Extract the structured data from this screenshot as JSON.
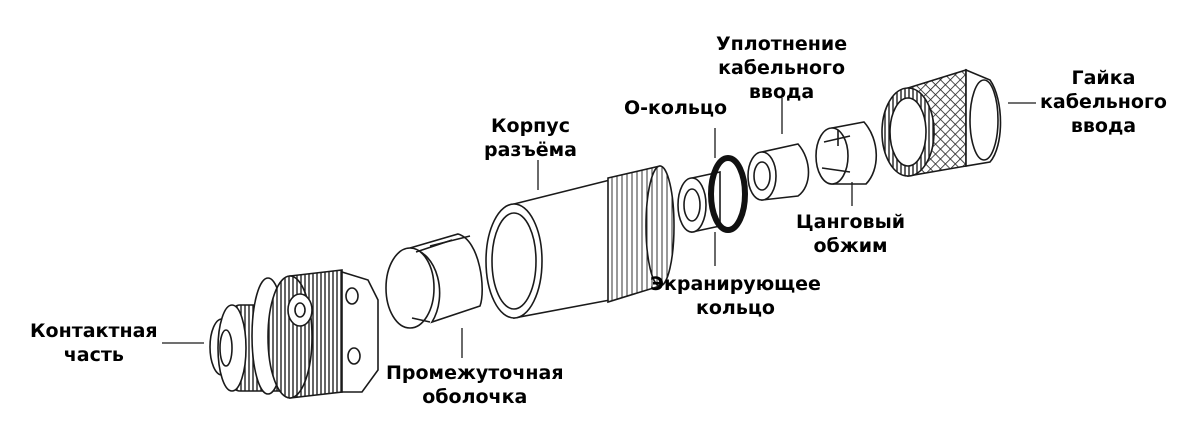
{
  "diagram": {
    "labels": {
      "contact_part": [
        "Контактная",
        "часть"
      ],
      "intermediate_shell": [
        "Промежуточная",
        "оболочка"
      ],
      "connector_body": [
        "Корпус",
        "разъёма"
      ],
      "o_ring": [
        "О-кольцо"
      ],
      "shielding_ring": [
        "Экранирующее",
        "кольцо"
      ],
      "cable_seal": [
        "Уплотнение",
        "кабельного",
        "ввода"
      ],
      "collet_clamp": [
        "Цанговый",
        "обжим"
      ],
      "cable_gland_nut": [
        "Гайка",
        "кабельного",
        "ввода"
      ]
    },
    "colors": {
      "line": "#1a1a1a",
      "fill": "#ffffff",
      "text": "#000000"
    }
  }
}
